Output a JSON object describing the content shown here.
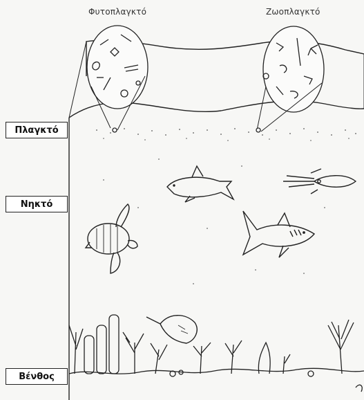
{
  "captions": {
    "phytoplankton": "Φυτοπλαγκτό",
    "zooplankton": "Ζωοπλαγκτό"
  },
  "zones": {
    "plankton": "Πλαγκτό",
    "nekton": "Νηκτό",
    "benthos": "Βένθος"
  },
  "colors": {
    "line": "#222222",
    "background": "#f7f7f5",
    "label_bg": "#ffffff"
  }
}
